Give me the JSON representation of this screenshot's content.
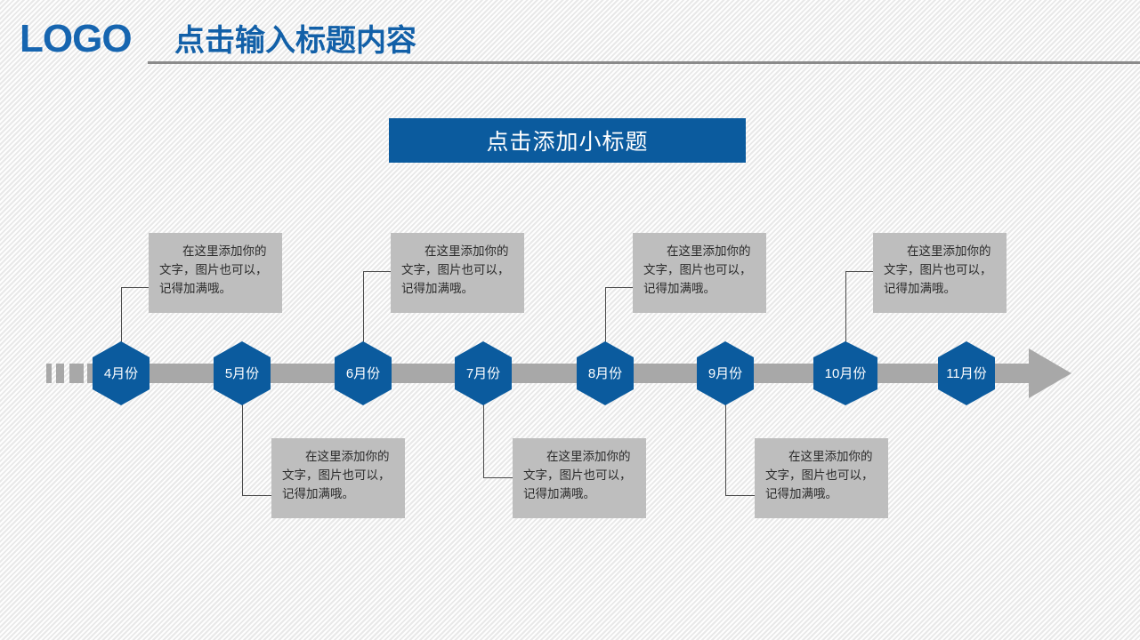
{
  "header": {
    "logo": "LOGO",
    "title": "点击输入标题内容"
  },
  "section": {
    "banner_label": "点击添加小标题"
  },
  "timeline": {
    "milestones": [
      {
        "label": "4月份",
        "side": "top"
      },
      {
        "label": "5月份",
        "side": "bottom"
      },
      {
        "label": "6月份",
        "side": "top"
      },
      {
        "label": "7月份",
        "side": "bottom"
      },
      {
        "label": "8月份",
        "side": "top"
      },
      {
        "label": "9月份",
        "side": "bottom"
      },
      {
        "label": "10月份",
        "side": "top"
      },
      {
        "label": "11月份",
        "side": "none"
      }
    ]
  },
  "notes": {
    "top": [
      {
        "text": "在这里添加你的文字，图片也可以，记得加满哦。"
      },
      {
        "text": "在这里添加你的文字，图片也可以，记得加满哦。"
      },
      {
        "text": "在这里添加你的文字，图片也可以，记得加满哦。"
      },
      {
        "text": "在这里添加你的文字，图片也可以，记得加满哦。"
      }
    ],
    "bottom": [
      {
        "text": "在这里添加你的文字，图片也可以，记得加满哦。"
      },
      {
        "text": "在这里添加你的文字，图片也可以，记得加满哦。"
      },
      {
        "text": "在这里添加你的文字，图片也可以，记得加满哦。"
      }
    ]
  },
  "colors": {
    "brand_blue": "#0b5b9e",
    "logo_blue": "#1665b0",
    "bar_gray": "#a8a8a8",
    "box_gray": "#bebebe",
    "rule_gray": "#8b8b8b",
    "connector": "#4a4a4a",
    "background": "#f4f4f4"
  }
}
